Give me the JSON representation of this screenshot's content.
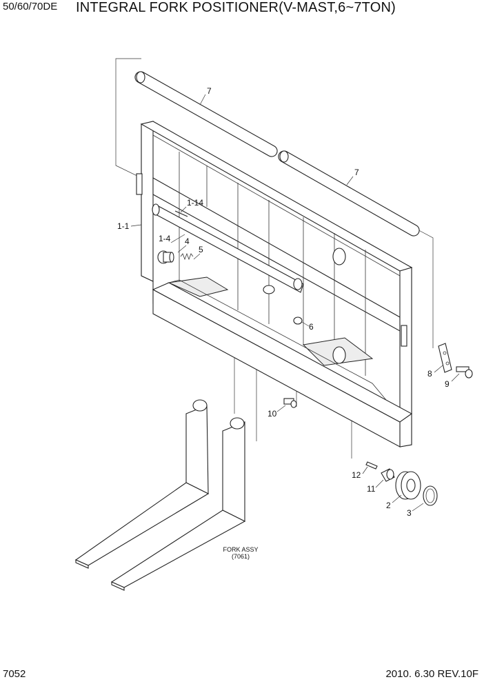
{
  "header": {
    "model": "50/60/70DE",
    "title": "INTEGRAL FORK POSITIONER(V-MAST,6~7TON)"
  },
  "footer": {
    "page_number": "7052",
    "revision": "2010. 6.30  REV.10F"
  },
  "callouts": {
    "c7a": "7",
    "c7b": "7",
    "c1_14": "1-14",
    "c1_1": "1-1",
    "c1_4": "1-4",
    "c4": "4",
    "c5": "5",
    "c6": "6",
    "c8": "8",
    "c9": "9",
    "c10": "10",
    "c12": "12",
    "c11": "11",
    "c2": "2",
    "c3": "3"
  },
  "fork_note": {
    "line1": "FORK ASSY",
    "line2": "(7061)"
  }
}
